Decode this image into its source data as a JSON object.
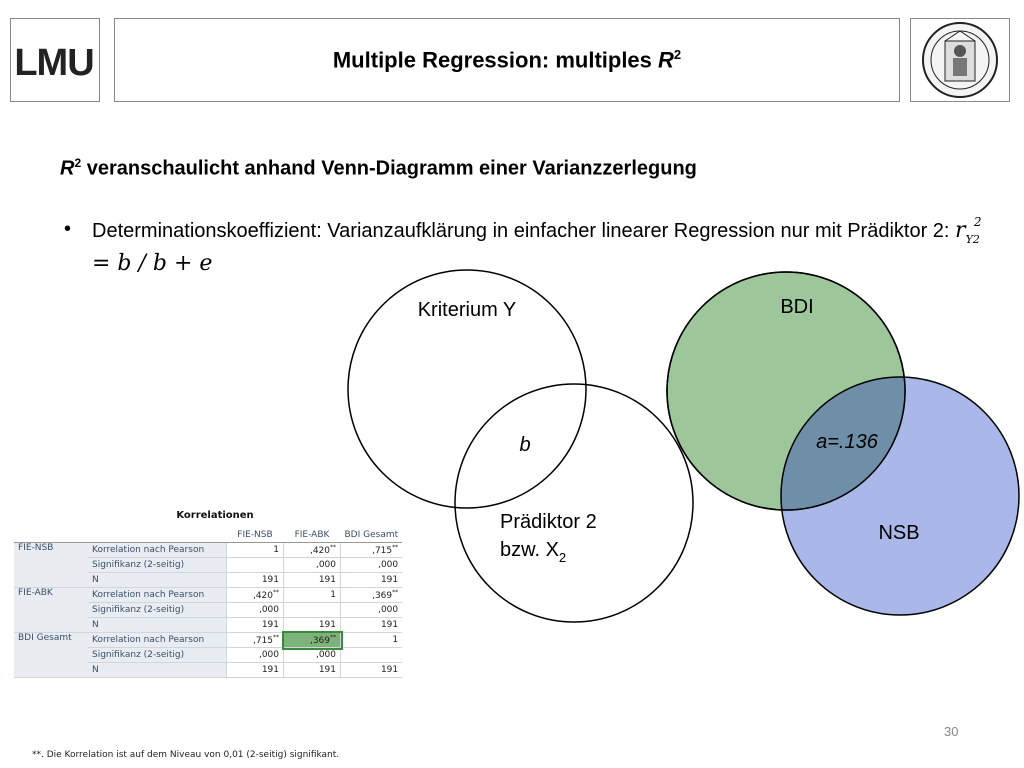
{
  "header": {
    "logo_text": "LMU",
    "title_main": "Multiple Regression: multiples ",
    "title_r": "R",
    "title_sup": "2"
  },
  "content": {
    "subtitle_r": "R",
    "subtitle_sup": "2",
    "subtitle_rest": " veranschaulicht anhand Venn-Diagramm einer Varianzzerlegung",
    "bullet": "•",
    "bullet_text": "Determinationskoeffizient: Varianzaufklärung in einfacher linearer Regression nur mit Prädiktor 2: ",
    "formula_r": "r",
    "formula_sub": "Y2",
    "formula_sup": "2",
    "formula_rest": " = b / b + e"
  },
  "venn_left": {
    "label_y": "Kriterium Y",
    "label_b": "b",
    "label_pred_line1": "Prädiktor 2",
    "label_pred_line2": "bzw. X",
    "label_pred_sub": "2"
  },
  "venn_right": {
    "label_bdi": "BDI",
    "label_a": "a=.136",
    "label_nsb": "NSB",
    "color_bdi": "#9dc79a",
    "color_nsb": "#a9b8e8",
    "color_overlap": "#6f8fa8"
  },
  "table": {
    "title": "Korrelationen",
    "columns": [
      "FIE-NSB",
      "FIE-ABK",
      "BDI Gesamt"
    ],
    "stats": [
      "Korrelation nach Pearson",
      "Signifikanz (2-seitig)",
      "N"
    ],
    "rows": [
      {
        "name": "FIE-NSB",
        "corr": [
          "1",
          ",420",
          ",715"
        ],
        "sig": [
          "",
          ",000",
          ",000"
        ],
        "n": [
          "191",
          "191",
          "191"
        ]
      },
      {
        "name": "FIE-ABK",
        "corr": [
          ",420",
          "1",
          ",369"
        ],
        "sig": [
          ",000",
          "",
          ",000"
        ],
        "n": [
          "191",
          "191",
          "191"
        ]
      },
      {
        "name": "BDI Gesamt",
        "corr": [
          ",715",
          ",369",
          "1"
        ],
        "sig": [
          ",000",
          ",000",
          ""
        ],
        "n": [
          "191",
          "191",
          "191"
        ]
      }
    ],
    "star": "**",
    "footnote": "**. Die Korrelation ist auf dem Niveau von 0,01 (2-seitig) signifikant."
  },
  "page_number": "30"
}
